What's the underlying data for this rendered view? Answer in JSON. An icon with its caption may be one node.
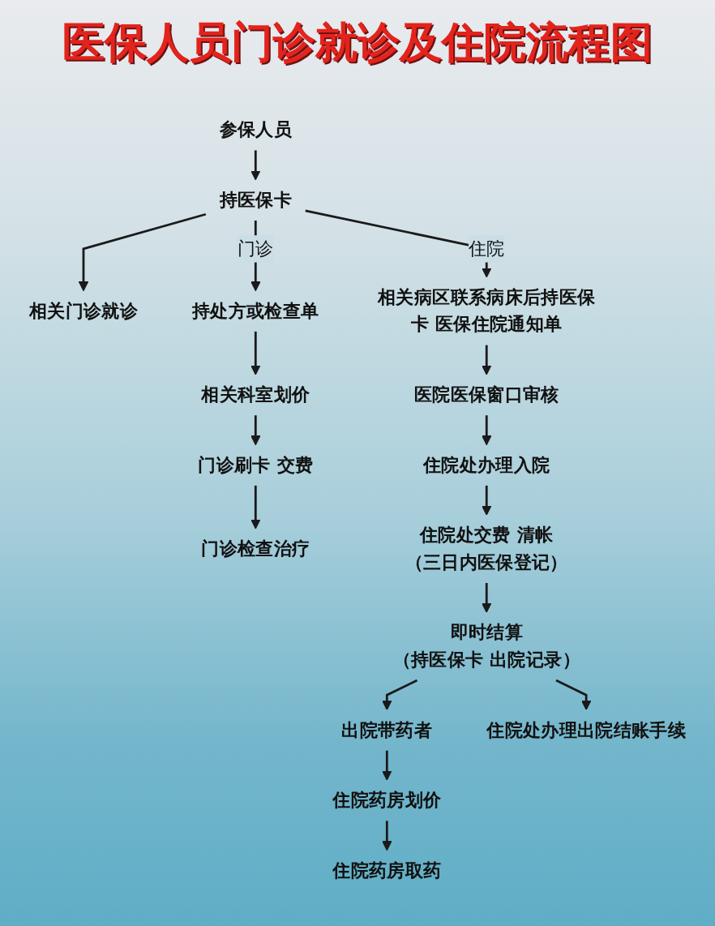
{
  "diagram": {
    "title": "医保人员门诊就诊及住院流程图",
    "nodes": [
      {
        "text": [
          "参保人员"
        ]
      },
      {
        "text": [
          "持医保卡"
        ]
      },
      {
        "text": [
          "相关门诊就诊"
        ]
      },
      {
        "text": [
          "持处方或检查单"
        ]
      },
      {
        "text": [
          "相关科室划价"
        ]
      },
      {
        "text": [
          "门诊刷卡 交费"
        ]
      },
      {
        "text": [
          "门诊检查治疗"
        ]
      },
      {
        "text": [
          "相关病区联系病床后持医保卡 医保住院通知单"
        ]
      },
      {
        "text": [
          "医院医保窗口审核"
        ]
      },
      {
        "text": [
          "住院处办理入院"
        ]
      },
      {
        "text": [
          "住院处交费 清帐",
          "（三日内医保登记）"
        ]
      },
      {
        "text": [
          "即时结算",
          "（持医保卡 出院记录）"
        ]
      },
      {
        "text": [
          "出院带药者"
        ]
      },
      {
        "text": [
          "住院药房划价"
        ]
      },
      {
        "text": [
          "住院药房取药"
        ]
      },
      {
        "text": [
          "住院处办理出院结账手续"
        ]
      }
    ],
    "edges": [
      {
        "from": 0,
        "to": 1,
        "arrow": "to"
      },
      {
        "from": 1,
        "to": 2,
        "arrow": "to"
      },
      {
        "from": 1,
        "to": 3,
        "arrow": "to",
        "label": "门诊"
      },
      {
        "from": 1,
        "to": 7,
        "arrow": "to",
        "label": "住院"
      },
      {
        "from": 3,
        "to": 4,
        "arrow": "to"
      },
      {
        "from": 4,
        "to": 5,
        "arrow": "to"
      },
      {
        "from": 5,
        "to": 6,
        "arrow": "to"
      },
      {
        "from": 7,
        "to": 8,
        "arrow": "to"
      },
      {
        "from": 8,
        "to": 9,
        "arrow": "to"
      },
      {
        "from": 9,
        "to": 10,
        "arrow": "to"
      },
      {
        "from": 10,
        "to": 11,
        "arrow": "to"
      },
      {
        "from": 11,
        "to": 12,
        "arrow": "to"
      },
      {
        "from": 11,
        "to": 15,
        "arrow": "to"
      },
      {
        "from": 12,
        "to": 13,
        "arrow": "to"
      },
      {
        "from": 13,
        "to": 14,
        "arrow": "to"
      }
    ]
  }
}
